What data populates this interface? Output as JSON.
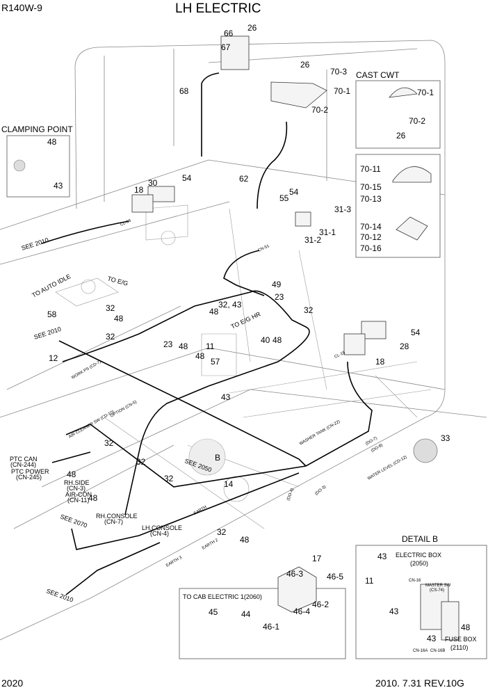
{
  "header": {
    "model": "R140W-9",
    "title": "LH ELECTRIC"
  },
  "footer": {
    "page": "2020",
    "revision": "2010. 7.31  REV.10G"
  },
  "callouts": {
    "c26a": "26",
    "c66": "66",
    "c67": "67",
    "c68": "68",
    "c26b": "26",
    "c70_3": "70-3",
    "c70_1": "70-1",
    "c70_2": "70-2",
    "c62": "62",
    "c30": "30",
    "c54a": "54",
    "c18a": "18",
    "c54b": "54",
    "c55": "55",
    "c31_3": "31-3",
    "c31_1": "31-1",
    "c31_2": "31-2",
    "c32a": "32",
    "c48a": "48",
    "c58": "58",
    "c32b": "32",
    "c12": "12",
    "c23a": "23",
    "c48b": "48",
    "c32_43": "32, 43",
    "c48c": "48",
    "c49": "49",
    "c23b": "23",
    "c32c": "32",
    "c48d": "48",
    "c40": "40",
    "c11": "11",
    "c48e": "48",
    "c57": "57",
    "c54c": "54",
    "c28": "28",
    "c18b": "18",
    "c43": "43",
    "c33": "33",
    "c32d": "32",
    "c48f": "48",
    "c32e": "32",
    "c48g": "48",
    "c32f": "32",
    "c14": "14",
    "c32g": "32",
    "c48h": "48",
    "cB": "B"
  },
  "refs": {
    "see2010_a": "SEE 2010",
    "see2010_b": "SEE 2010",
    "see2010_c": "SEE 2010",
    "see2070": "SEE 2070",
    "see2050": "SEE 2050",
    "to_auto_idle": "TO AUTO IDLE",
    "to_eg": "TO E/G",
    "to_eg_hr": "TO E/G HR"
  },
  "connectors": {
    "ptc_can": "PTC CAN",
    "ptc_can_id": "(CN-244)",
    "ptc_power": "PTC POWER",
    "ptc_power_id": "(CN-245)",
    "rh_side": "RH.SIDE",
    "rh_side_id": "(CN-3)",
    "air_con": "AIR-CON",
    "air_con_id": "(CN-11)",
    "rh_console": "RH.CONSOLE",
    "rh_console_id": "(CN-7)",
    "lh_console": "LH.CONSOLE",
    "lh_console_id": "(CN-4)",
    "air_cleaner": "AIR CLEANER SW (CD-10)",
    "option": "OPTION (CN-5)",
    "work_ps": "WORK PS (CD-7)",
    "washer_tank": "WASHER TANK (CN-22)",
    "water_level": "WATER LEVEL (CD-12)",
    "cn51": "CN-51",
    "cl16": "CL-16",
    "cl15": "CL-15",
    "earth": "EARTH",
    "earth2": "EARTH 2",
    "earth3": "EARTH 3",
    "do4": "(DO-4)",
    "do3": "(DO-3)",
    "do7": "(DO-7)",
    "do8": "(DO-8)"
  },
  "clamping_point": {
    "title": "CLAMPING POINT",
    "c48": "48",
    "c43": "43"
  },
  "cast_cwt": {
    "title": "CAST CWT",
    "c70_1": "70-1",
    "c70_2": "70-2",
    "c26": "26"
  },
  "lamp_detail": {
    "c70_11": "70-11",
    "c70_15": "70-15",
    "c70_13": "70-13",
    "c70_14": "70-14",
    "c70_12": "70-12",
    "c70_16": "70-16"
  },
  "cab_electric": {
    "title": "TO CAB ELECTRIC 1(2060)",
    "c17": "17",
    "c46_3": "46-3",
    "c46_5": "46-5",
    "c46_2": "46-2",
    "c45": "45",
    "c44": "44",
    "c46_4": "46-4",
    "c46_1": "46-1"
  },
  "detail_b": {
    "title": "DETAIL B",
    "electric_box": "ELECTRIC BOX",
    "electric_box_ref": "(2050)",
    "c43a": "43",
    "c11": "11",
    "cn16": "CN-16",
    "master_sw": "MASTER SW",
    "master_sw_id": "(CS-74)",
    "c43b": "43",
    "c48": "48",
    "c43c": "43",
    "fuse_box": "FUSE BOX",
    "fuse_box_ref": "(2110)",
    "cn16a": "CN-16A",
    "cn16b": "CN-16B"
  }
}
